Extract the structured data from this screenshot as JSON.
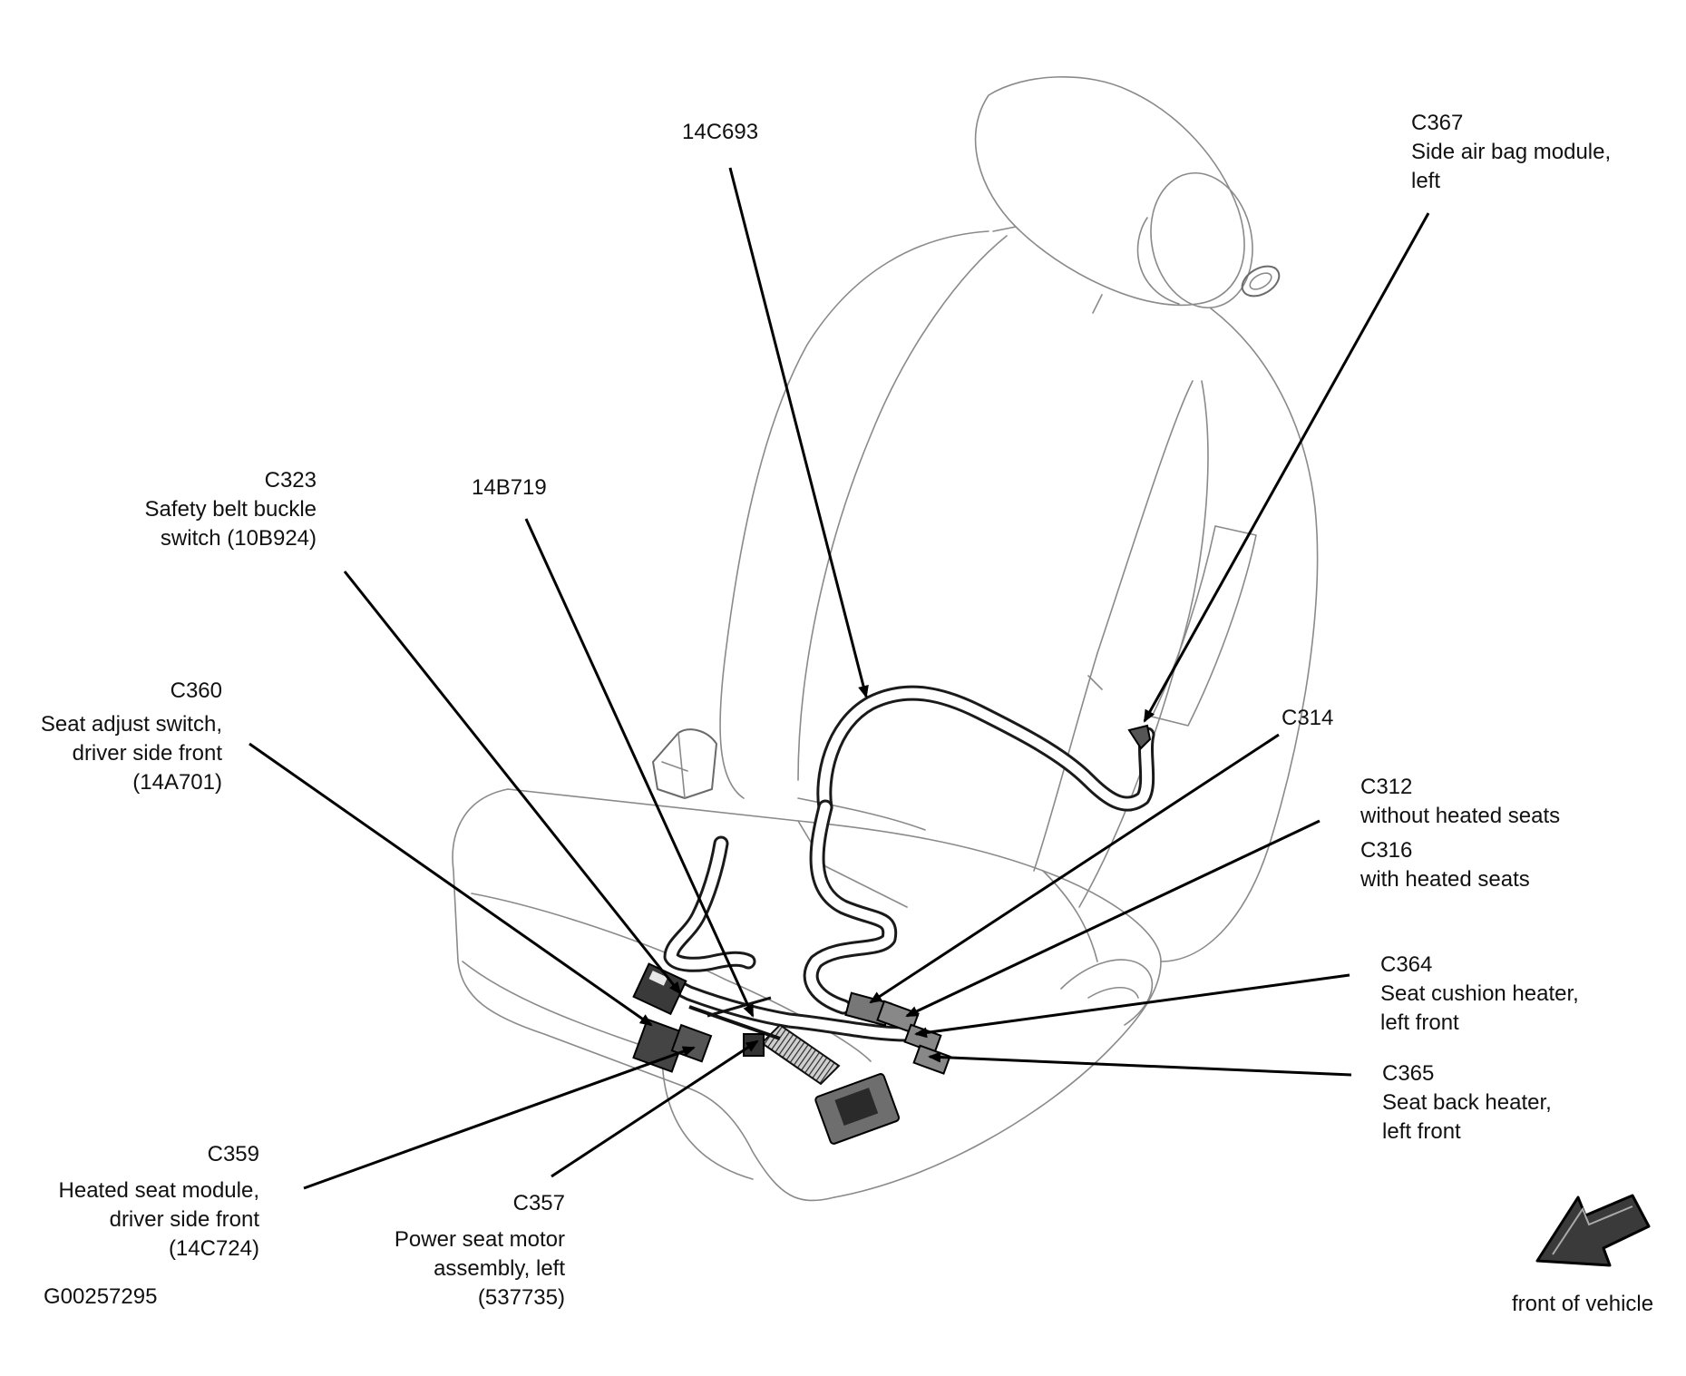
{
  "labels": {
    "c14c693": "14C693",
    "c367": {
      "code": "C367",
      "line1": "Side air bag module,",
      "line2": "left"
    },
    "c323": {
      "code": "C323",
      "line1": "Safety belt buckle",
      "line2": "switch (10B924)"
    },
    "c14b719": "14B719",
    "c360": {
      "code": "C360",
      "line1": "Seat adjust switch,",
      "line2": "driver side front",
      "line3": "(14A701)"
    },
    "c314": "C314",
    "c312": {
      "code": "C312",
      "line1": "without heated seats"
    },
    "c316": {
      "code": "C316",
      "line1": "with heated seats"
    },
    "c364": {
      "code": "C364",
      "line1": "Seat cushion heater,",
      "line2": "left front"
    },
    "c365": {
      "code": "C365",
      "line1": "Seat back heater,",
      "line2": "left front"
    },
    "c359": {
      "code": "C359",
      "line1": "Heated seat module,",
      "line2": "driver side front",
      "line3": "(14C724)"
    },
    "c357": {
      "code": "C357",
      "line1": "Power seat motor",
      "line2": "assembly, left",
      "line3": "(537735)"
    },
    "figure_id": "G00257295",
    "front": "front of vehicle"
  }
}
